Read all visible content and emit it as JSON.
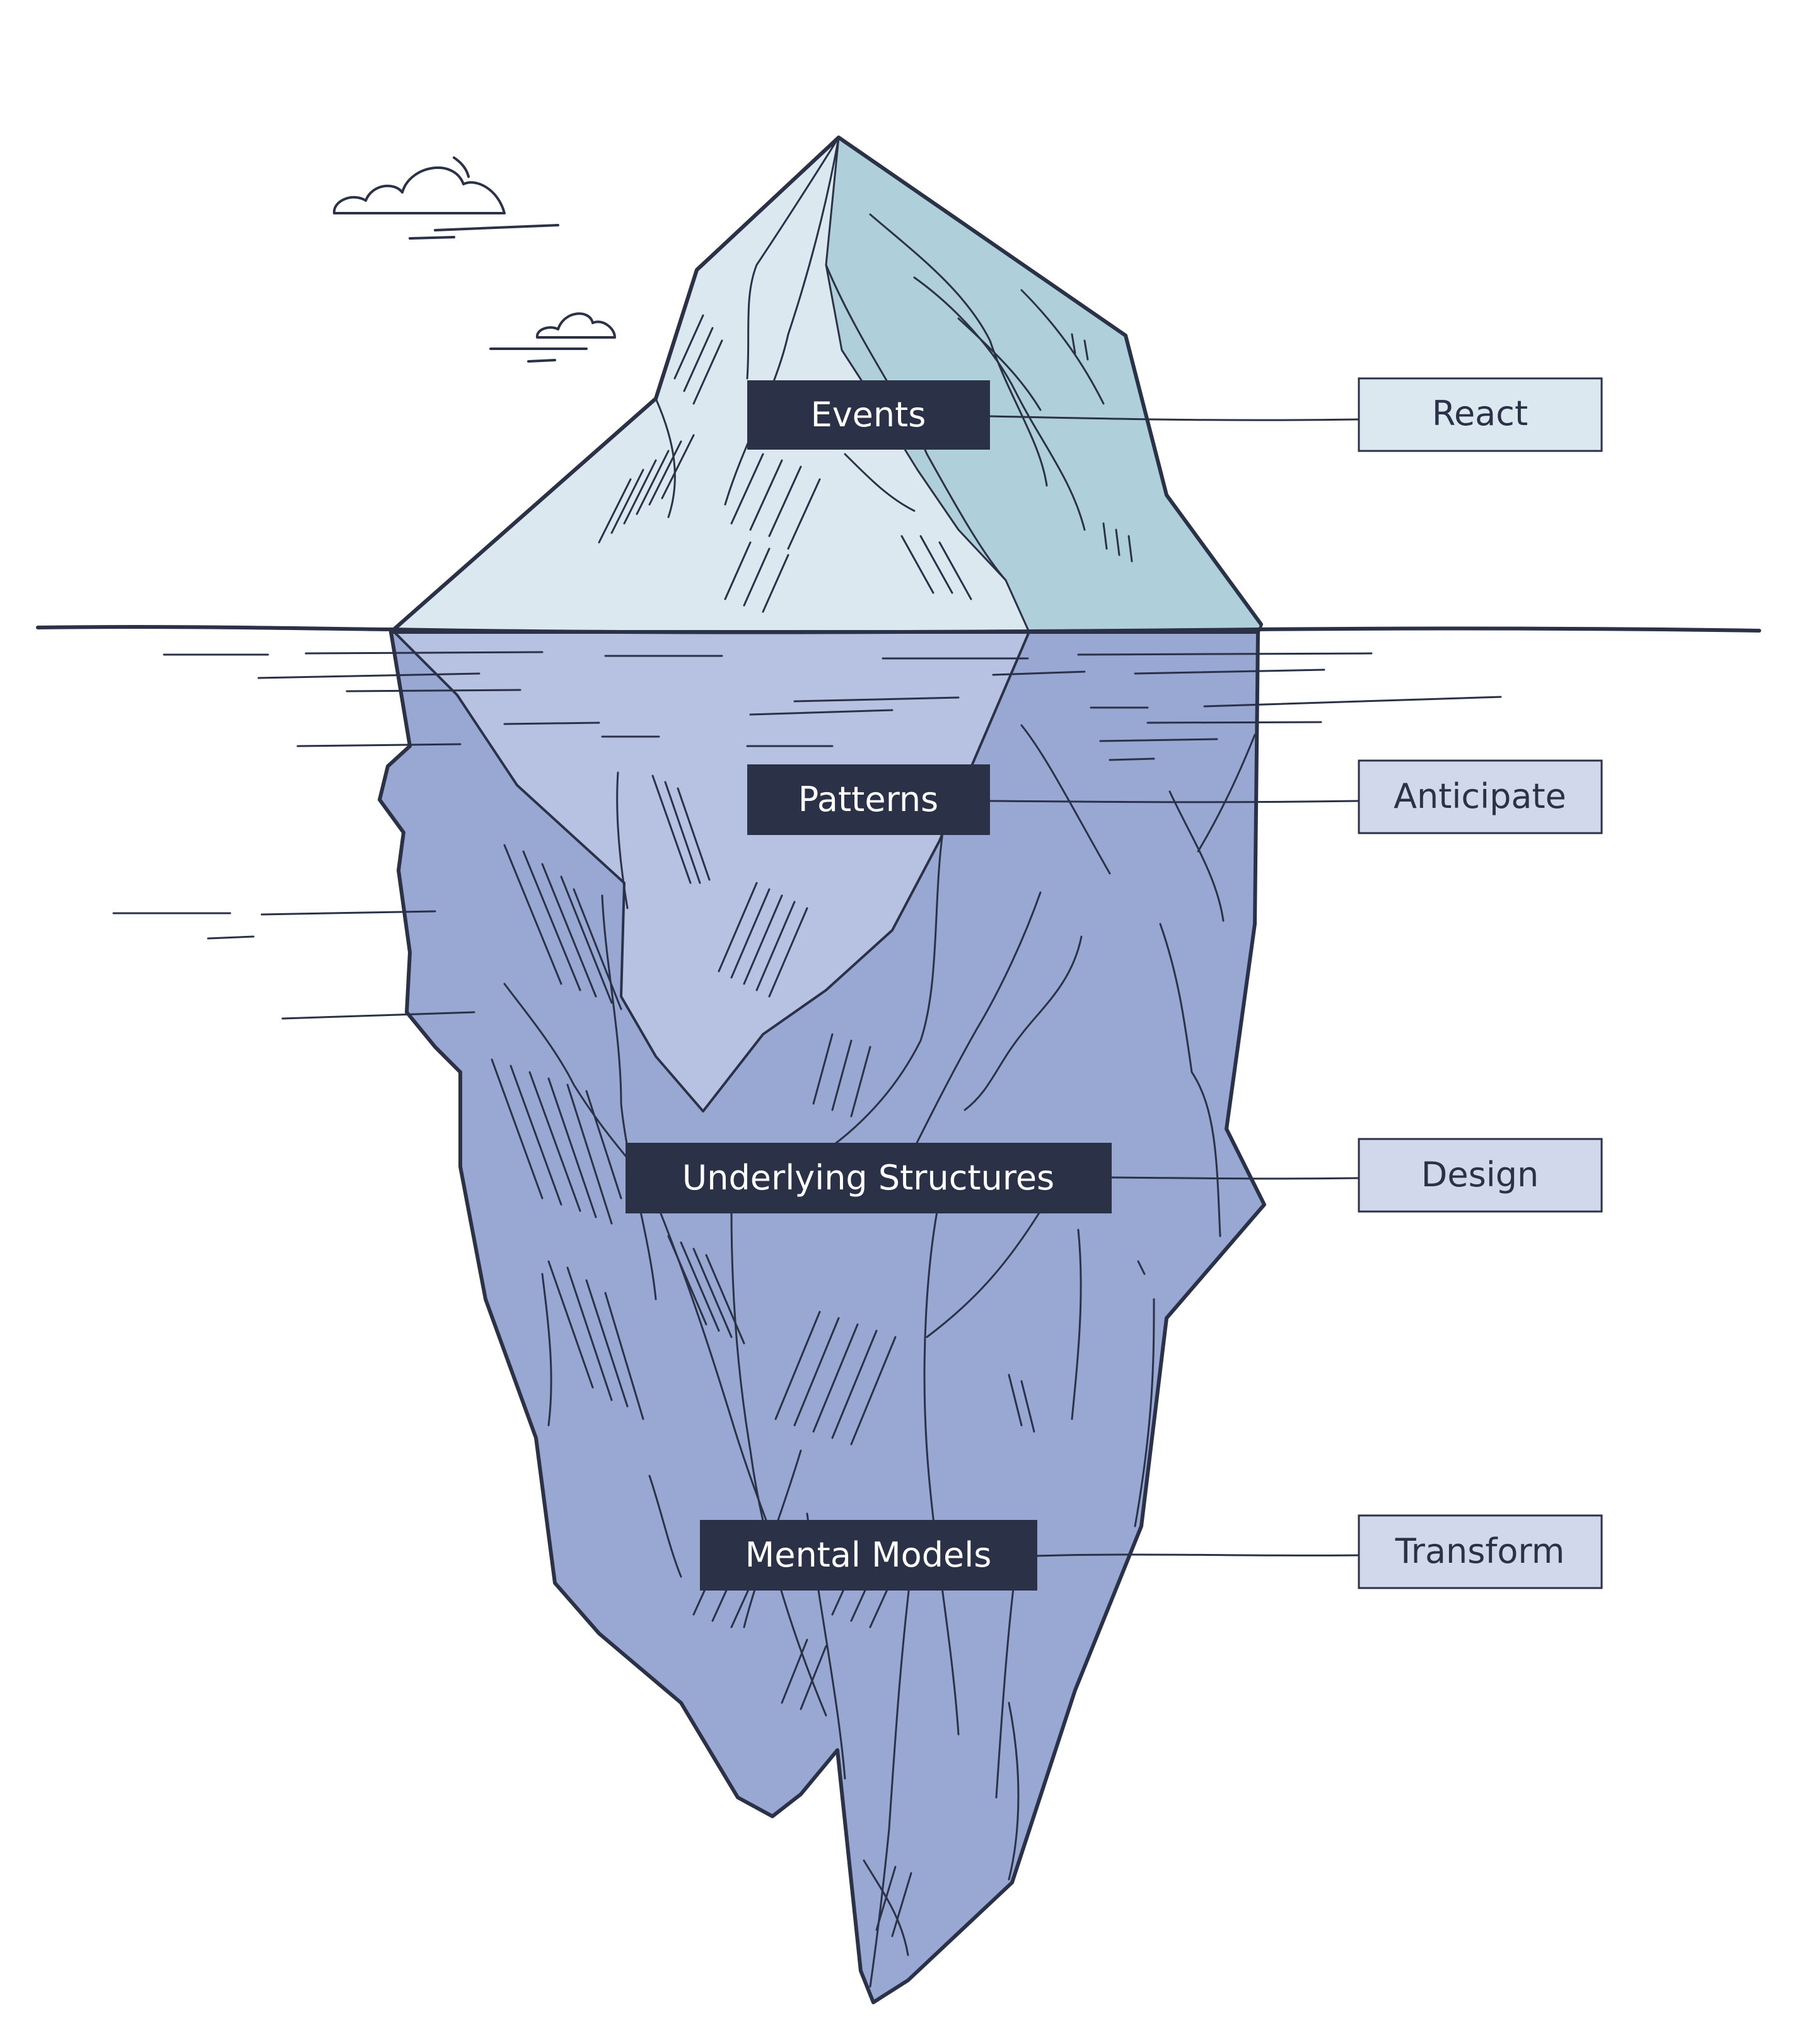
{
  "colors": {
    "ink": "#2b3248",
    "tip_light": "#dce8ef",
    "tip_shade": "#afd0da",
    "under_light": "#b7c1e1",
    "under_dark": "#98a8d3",
    "label_box": "#2b3248",
    "response_box_top": "#dbe8ef",
    "response_box": "#d2d8ec"
  },
  "levels": [
    {
      "id": "events",
      "label": "Events"
    },
    {
      "id": "patterns",
      "label": "Patterns"
    },
    {
      "id": "underlying-structures",
      "label": "Underlying Structures"
    },
    {
      "id": "mental-models",
      "label": "Mental Models"
    }
  ],
  "responses": [
    {
      "id": "react",
      "label": "React"
    },
    {
      "id": "anticipate",
      "label": "Anticipate"
    },
    {
      "id": "design",
      "label": "Design"
    },
    {
      "id": "transform",
      "label": "Transform"
    }
  ],
  "icons": [
    "cloud-icon",
    "cloud-icon"
  ]
}
